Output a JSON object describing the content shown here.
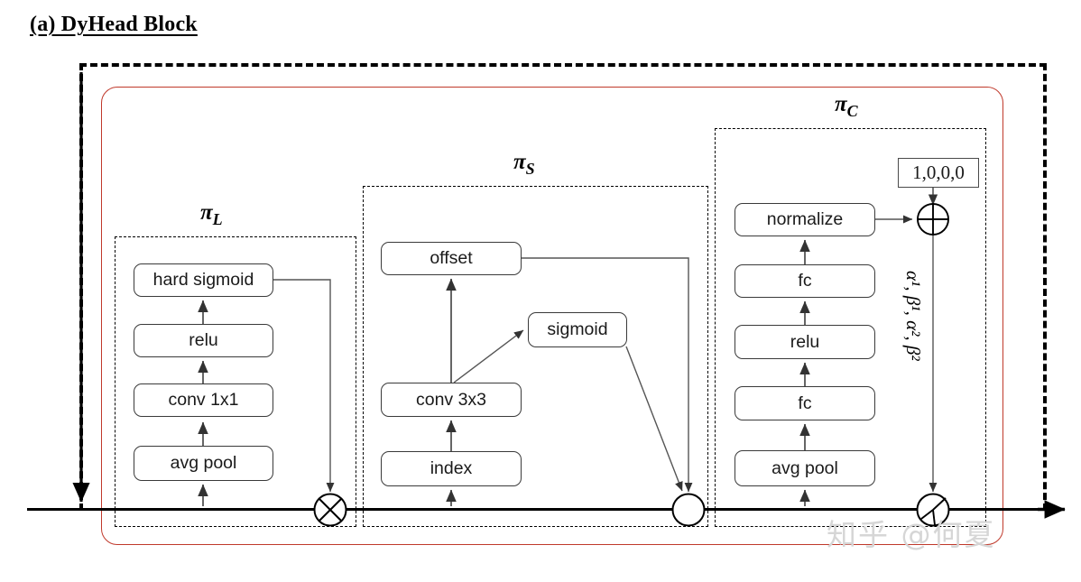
{
  "title": "(a) DyHead Block",
  "groups": [
    {
      "id": "pi-l",
      "label_pi": "π",
      "label_sub": "L"
    },
    {
      "id": "pi-s",
      "label_pi": "π",
      "label_sub": "S"
    },
    {
      "id": "pi-c",
      "label_pi": "π",
      "label_sub": "C"
    }
  ],
  "pi_l": {
    "name": "πL",
    "nodes": [
      {
        "id": "hard-sigmoid",
        "label": "hard sigmoid"
      },
      {
        "id": "relu",
        "label": "relu"
      },
      {
        "id": "conv-1x1",
        "label": "conv 1x1"
      },
      {
        "id": "avg-pool",
        "label": "avg pool"
      }
    ],
    "operator": {
      "id": "multiply-operator",
      "symbol": "⊗",
      "name": "circle-times"
    }
  },
  "pi_s": {
    "name": "πS",
    "nodes": [
      {
        "id": "offset",
        "label": "offset"
      },
      {
        "id": "sigmoid",
        "label": "sigmoid"
      },
      {
        "id": "conv-3x3",
        "label": "conv 3x3"
      },
      {
        "id": "index",
        "label": "index"
      }
    ],
    "operator": {
      "id": "deform-operator",
      "symbol": "○",
      "name": "circle-empty"
    }
  },
  "pi_c": {
    "name": "πC",
    "nodes": [
      {
        "id": "normalize",
        "label": "normalize"
      },
      {
        "id": "fc-top",
        "label": "fc"
      },
      {
        "id": "relu",
        "label": "relu"
      },
      {
        "id": "fc-bottom",
        "label": "fc"
      },
      {
        "id": "avg-pool",
        "label": "avg pool"
      }
    ],
    "constant_box": {
      "id": "init-constant",
      "label": "1,0,0,0"
    },
    "add_operator": {
      "id": "add-operator",
      "symbol": "⊕",
      "name": "circle-plus"
    },
    "apply_operator": {
      "id": "dynamic-relu-operator",
      "name": "circle-angle"
    },
    "coefficients": {
      "alpha1": "α",
      "sup1": "1",
      "beta1": "β",
      "sup2": "1",
      "alpha2": "α",
      "sup3": "2",
      "beta2": "β",
      "sup4": "2",
      "full": "α¹, β¹, α², β²"
    }
  },
  "watermark": "知乎 @何夏",
  "colors": {
    "red_container": "#c0392b",
    "node_border": "#3a3a3a",
    "line": "#000000",
    "watermark": "#d6d6d6"
  }
}
